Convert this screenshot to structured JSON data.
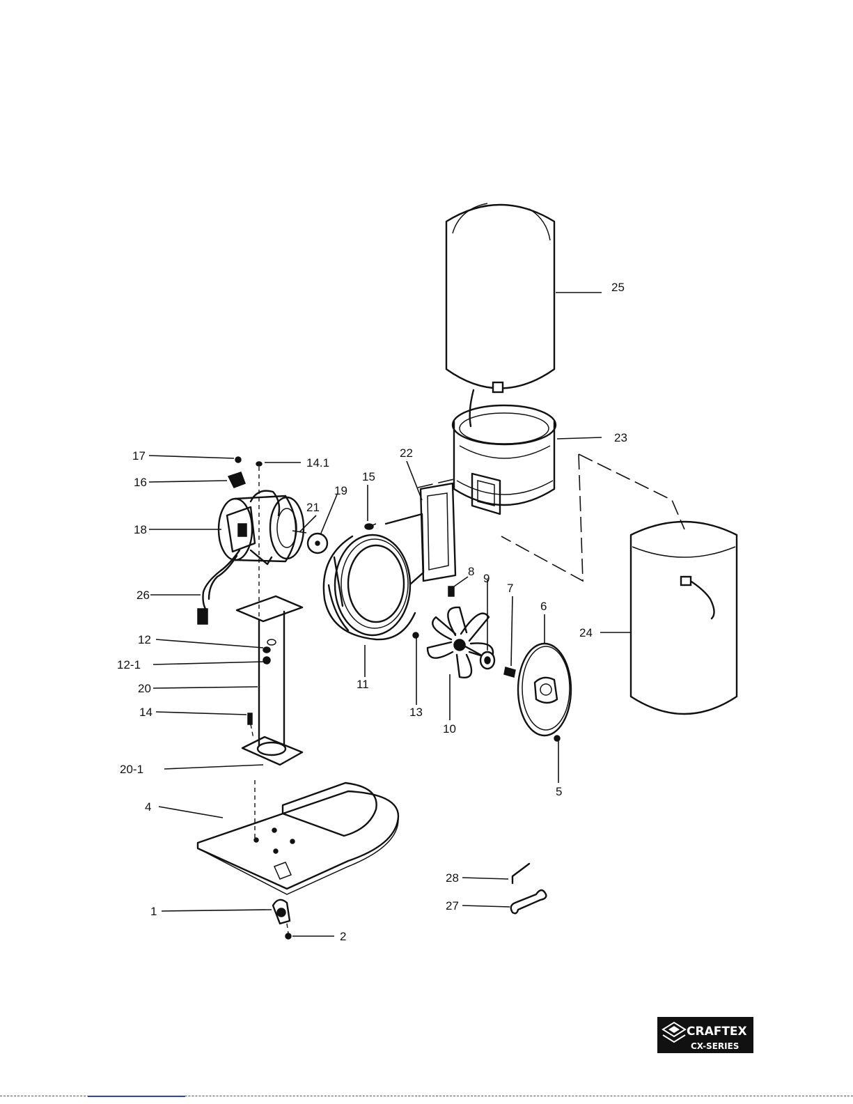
{
  "diagram": {
    "labels": {
      "p1": "1",
      "p2": "2",
      "p4": "4",
      "p5": "5",
      "p6": "6",
      "p7": "7",
      "p8": "8",
      "p9": "9",
      "p10": "10",
      "p11": "11",
      "p12": "12",
      "p12_1": "12-1",
      "p13": "13",
      "p14": "14",
      "p14_1": "14.1",
      "p15": "15",
      "p16": "16",
      "p17": "17",
      "p18": "18",
      "p19": "19",
      "p20": "20",
      "p20_1": "20-1",
      "p21": "21",
      "p22": "22",
      "p23": "23",
      "p24": "24",
      "p25": "25",
      "p26": "26",
      "p27": "27",
      "p28": "28"
    }
  },
  "logo": {
    "brand": "CRAFTEX",
    "series": "CX-SERIES",
    "colors": {
      "background": "#111111",
      "text": "#ffffff"
    }
  }
}
